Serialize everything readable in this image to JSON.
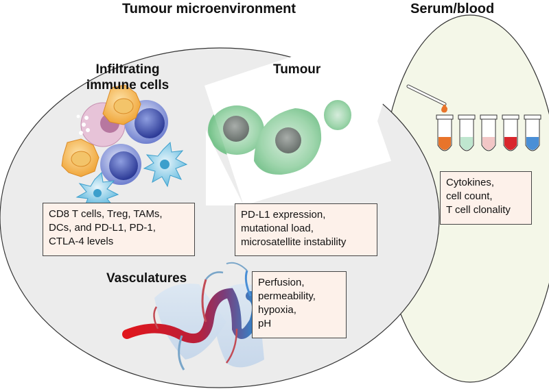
{
  "headings": {
    "tumour_microenvironment": "Tumour microenvironment",
    "serum_blood": "Serum/blood",
    "infiltrating_line1": "Infiltrating",
    "infiltrating_line2": "immune cells",
    "tumour": "Tumour",
    "vasculatures": "Vasculatures"
  },
  "boxes": {
    "immune": [
      "CD8 T cells, Treg, TAMs,",
      "DCs, and PD-L1, PD-1,",
      "CTLA-4 levels"
    ],
    "tumour": [
      "PD-L1 expression,",
      "mutational load,",
      "microsatellite instability"
    ],
    "vascular": [
      "Perfusion,",
      "permeability,",
      "hypoxia,",
      "pH"
    ],
    "serum": [
      "Cytokines,",
      "cell count,",
      "T cell clonality"
    ]
  },
  "colors": {
    "tme_fill": "#ececec",
    "serum_fill": "#f4f7e8",
    "box_fill": "#fdf1ea",
    "tube_fills": [
      "#e8742a",
      "#bfe6cf",
      "#f2c6c6",
      "#d9262c",
      "#4a8fd6"
    ]
  }
}
